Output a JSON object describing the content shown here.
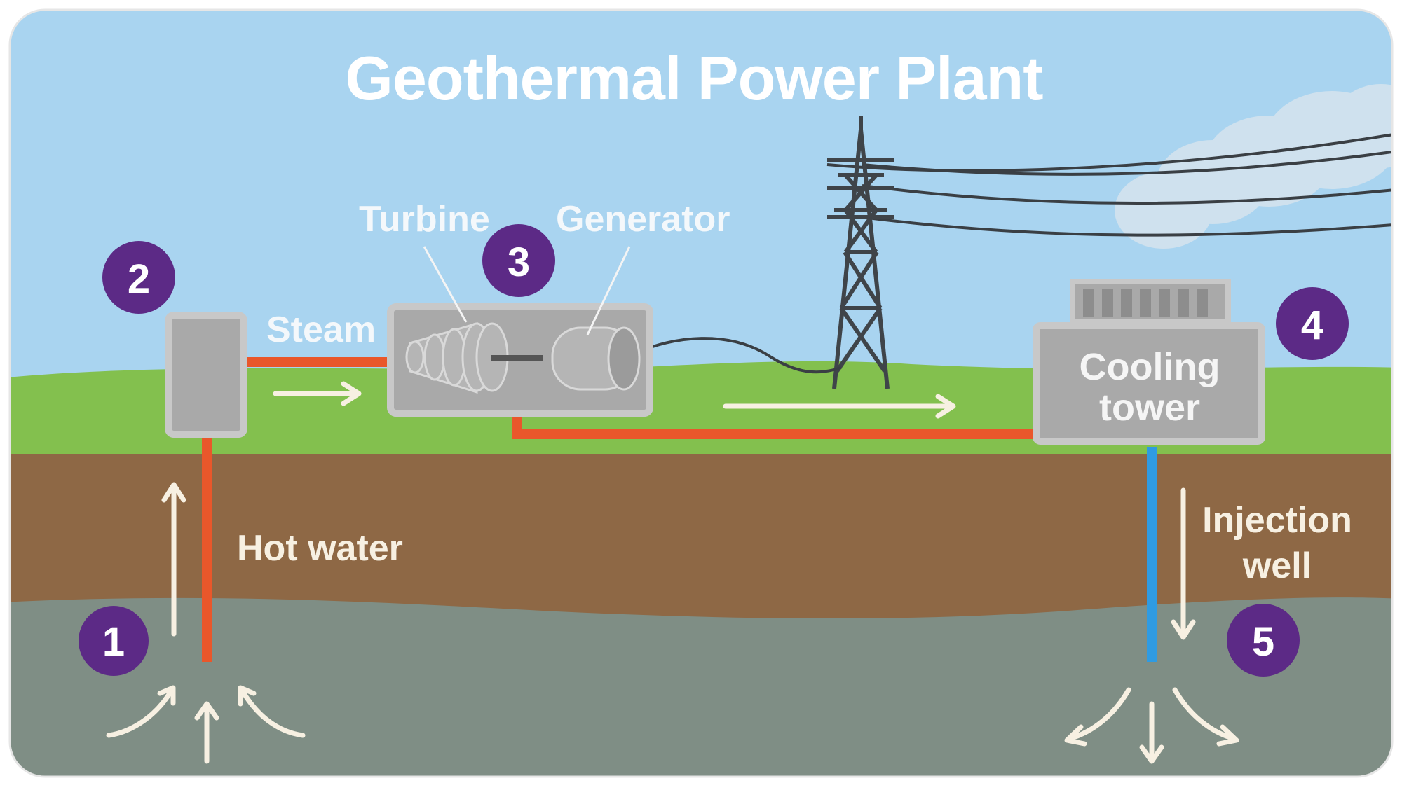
{
  "title": "Geothermal Power Plant",
  "labels": {
    "turbine": "Turbine",
    "generator": "Generator",
    "steam": "Steam",
    "hot_water": "Hot water",
    "cooling_tower_line1": "Cooling",
    "cooling_tower_line2": "tower",
    "injection_well_line1": "Injection",
    "injection_well_line2": "well"
  },
  "steps": {
    "s1": "1",
    "s2": "2",
    "s3": "3",
    "s4": "4",
    "s5": "5"
  },
  "colors": {
    "sky": "#a9d4f0",
    "grass": "#83c04e",
    "soil": "#8e6845",
    "rock": "#7f8e85",
    "hot_pipe": "#e9572b",
    "cold_pipe": "#2f9be2",
    "equipment": "#a9a9a9",
    "badge": "#5c2a86"
  }
}
